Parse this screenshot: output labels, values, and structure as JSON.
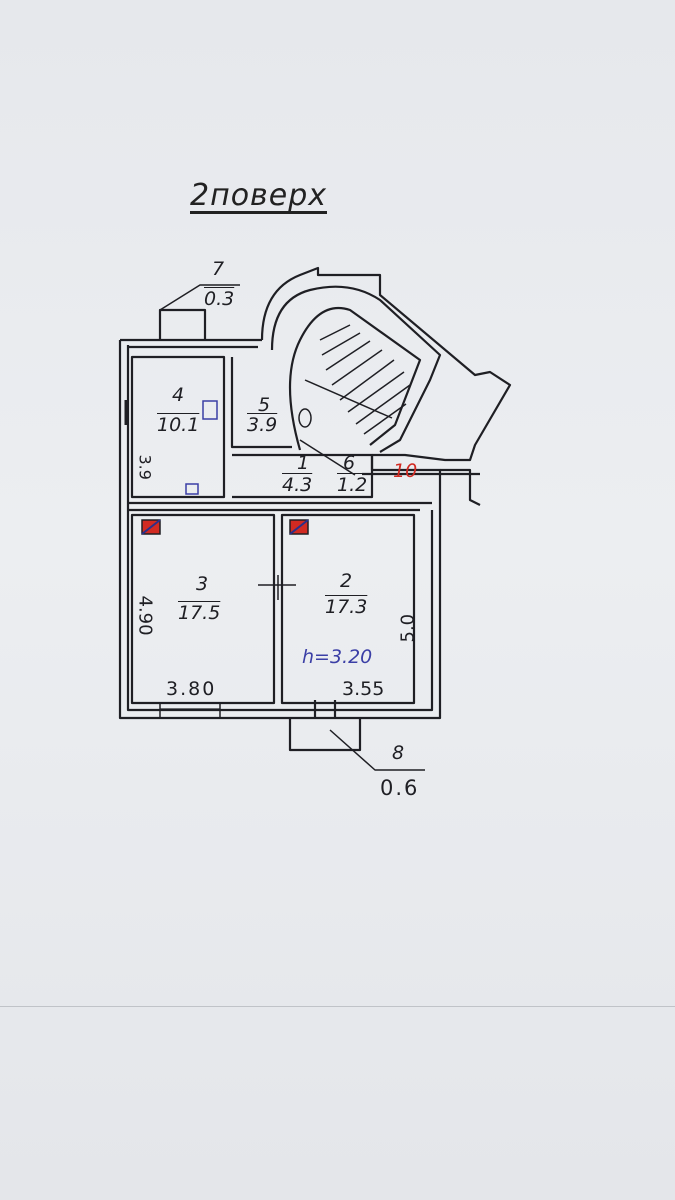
{
  "plan": {
    "title": "2поверх",
    "rooms": [
      {
        "id": "1",
        "area": "4.3"
      },
      {
        "id": "2",
        "area": "17.3"
      },
      {
        "id": "3",
        "area": "17.5"
      },
      {
        "id": "4",
        "area": "10.1"
      },
      {
        "id": "5",
        "area": "3.9"
      },
      {
        "id": "6",
        "area": "1.2"
      },
      {
        "id": "7",
        "area": "0.3"
      },
      {
        "id": "8",
        "area": "0.6"
      }
    ],
    "marker_10": "10",
    "dimensions": {
      "room3_width": "3.80",
      "room2_width": "3.55",
      "room3_length": "4.90",
      "room2_length": "5.0",
      "room4_length": "3.9"
    },
    "ceiling_height": "h=3.20"
  },
  "colors": {
    "ink": "#1f1f24",
    "blue_ink": "#3b3fa6",
    "red_ink": "#d12a22"
  }
}
